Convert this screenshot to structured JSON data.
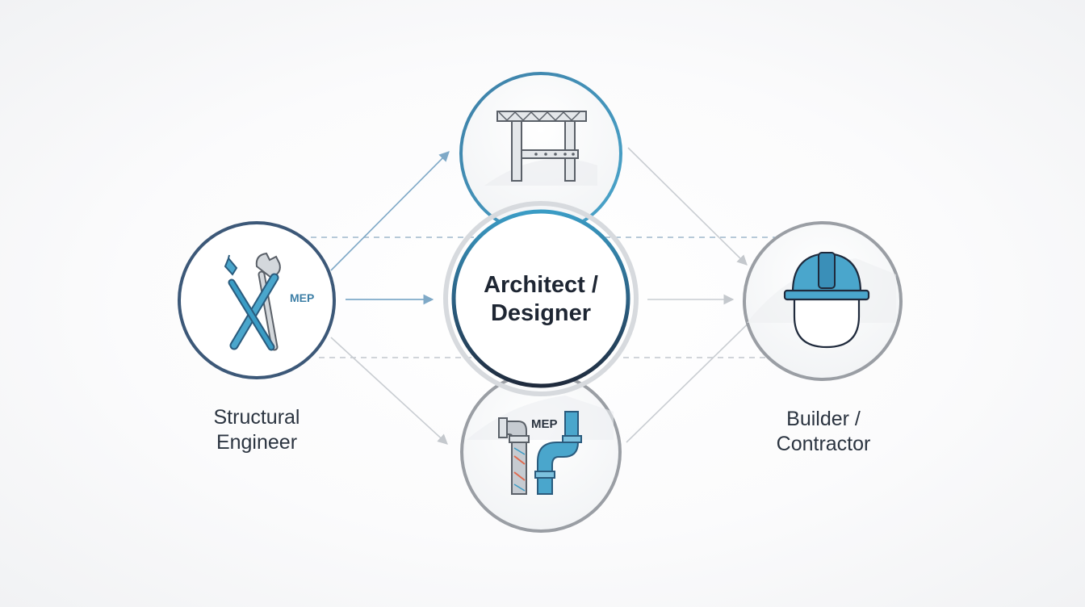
{
  "center": {
    "line1": "Architect /",
    "line2": "Designer"
  },
  "left_node": {
    "line1": "Structural",
    "line2": "Engineer",
    "icon_tag": "MEP"
  },
  "right_node": {
    "line1": "Builder /",
    "line2": "Contractor"
  },
  "bottom_node": {
    "icon_tag": "MEP"
  },
  "colors": {
    "accent_blue": "#3a9cc5",
    "dark_navy": "#1f2a3c",
    "slate_blue": "#3c5878",
    "gray_ring": "#9a9ea4",
    "arrow_blue": "#7fa9c7",
    "arrow_gray": "#c9cdd2"
  }
}
